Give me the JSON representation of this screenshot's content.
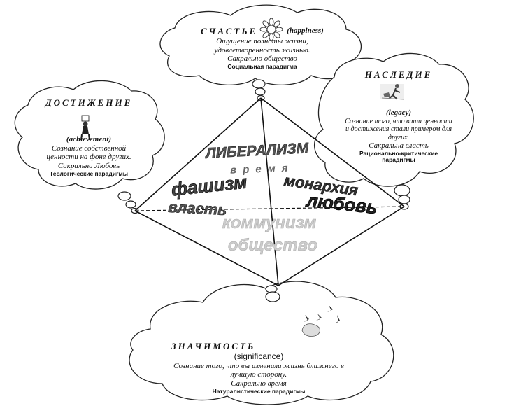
{
  "happiness": {
    "title": "СЧАСТЬЕ",
    "english": "(happiness)",
    "description": "Ощущение полноты жизни, удовлетворенность жизнью.",
    "sacral": "Сакрально общество",
    "paradigm": "Социальная парадигма"
  },
  "heritage": {
    "title": "НАСЛЕДИЕ",
    "english": "(legacy)",
    "description": "Сознание того, что ваши ценности и достижения стали примером для других.",
    "sacral": "Сакральна власть",
    "paradigm": "Рационально-критические парадигмы"
  },
  "achievement": {
    "title": "ДОСТИЖЕНИЕ",
    "english": "(achievement)",
    "description": "Сознание собственной ценности на фоне других.",
    "sacral": "Сакральна Любовь",
    "paradigm": "Теологические парадигмы"
  },
  "significance": {
    "title": "ЗНАЧИМОСТЬ",
    "english": "(significance)",
    "description": "Сознание того, что вы изменили жизнь ближнего в лучшую сторону.",
    "sacral": "Сакрально время",
    "paradigm": "Натуралистические парадигмы"
  },
  "pyramid": {
    "liberalism": "ЛИБЕРАЛИЗМ",
    "time": "время",
    "fascism": "фашизм",
    "monarchy": "монархия",
    "power": "власть",
    "love": "любовь",
    "communism": "коммунизм",
    "society": "общество"
  }
}
